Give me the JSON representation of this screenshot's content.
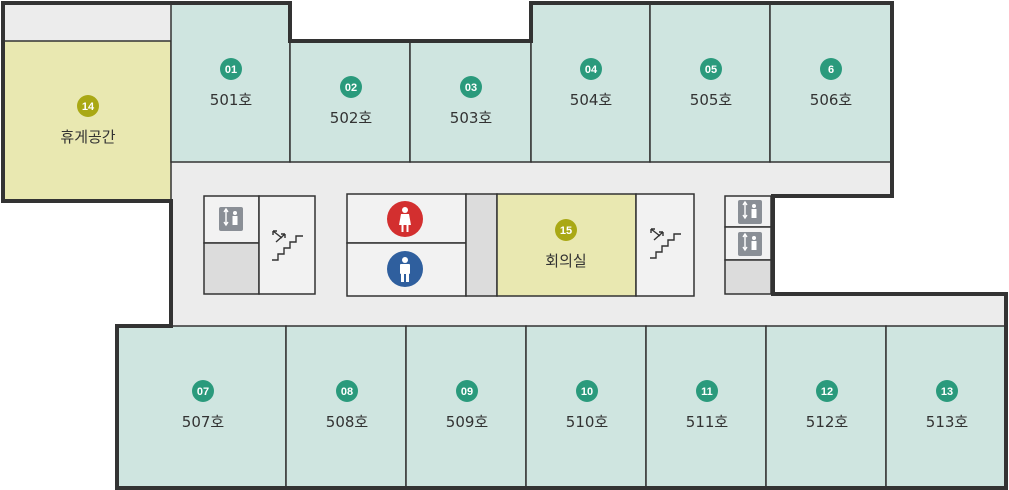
{
  "colors": {
    "room": "#cfe5e0",
    "lounge": "#e9e8b1",
    "corridor": "#ececec",
    "wall": "#333333",
    "badge_room": "#2a9a7c",
    "badge_special": "#a9a814",
    "restroom_female": "#d32f2f",
    "restroom_male": "#2f5f9e"
  },
  "rooms": [
    {
      "badge": "01",
      "label": "501호"
    },
    {
      "badge": "02",
      "label": "502호"
    },
    {
      "badge": "03",
      "label": "503호"
    },
    {
      "badge": "04",
      "label": "504호"
    },
    {
      "badge": "05",
      "label": "505호"
    },
    {
      "badge": "6",
      "label": "506호"
    },
    {
      "badge": "07",
      "label": "507호"
    },
    {
      "badge": "08",
      "label": "508호"
    },
    {
      "badge": "09",
      "label": "509호"
    },
    {
      "badge": "10",
      "label": "510호"
    },
    {
      "badge": "11",
      "label": "511호"
    },
    {
      "badge": "12",
      "label": "512호"
    },
    {
      "badge": "13",
      "label": "513호"
    }
  ],
  "lounge": {
    "badge": "14",
    "label": "휴게공간"
  },
  "meeting": {
    "badge": "15",
    "label": "회의실"
  },
  "icons": {
    "elevator": "elevator-icon",
    "stairs": "stairs-icon",
    "female_restroom": "female-restroom-icon",
    "male_restroom": "male-restroom-icon"
  }
}
